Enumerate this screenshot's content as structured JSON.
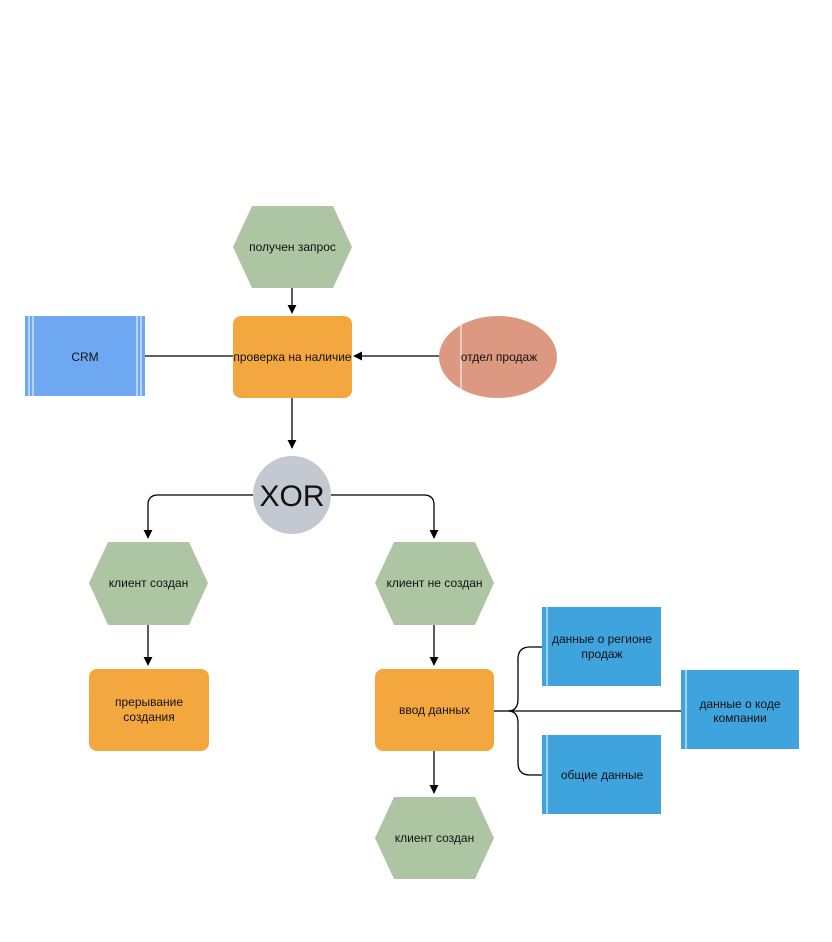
{
  "colors": {
    "event": "#adc5a3",
    "function": "#f3a73e",
    "system": "#6fa8f2",
    "org_unit": "#dc9880",
    "xor": "#c4c8d0",
    "data": "#3fa4dd",
    "line": "#000000"
  },
  "nodes": {
    "event_request": {
      "label": "получен запрос"
    },
    "func_check": {
      "label": "проверка на наличие"
    },
    "system_crm": {
      "label": "CRM"
    },
    "org_sales": {
      "label": "отдел продаж"
    },
    "xor_gateway": {
      "label": "XOR"
    },
    "event_client_created": {
      "label": "клиент создан"
    },
    "event_client_not_created": {
      "label": "клиент не создан"
    },
    "func_abort": {
      "label_line1": "прерывание",
      "label_line2": "создания"
    },
    "func_input": {
      "label": "ввод данных"
    },
    "event_client_created_final": {
      "label": "клиент создан"
    },
    "data_region": {
      "label_line1": "данные о регионе",
      "label_line2": "продаж"
    },
    "data_company_code": {
      "label_line1": "данные о коде",
      "label_line2": "компании"
    },
    "data_general": {
      "label": "общие данные"
    }
  }
}
